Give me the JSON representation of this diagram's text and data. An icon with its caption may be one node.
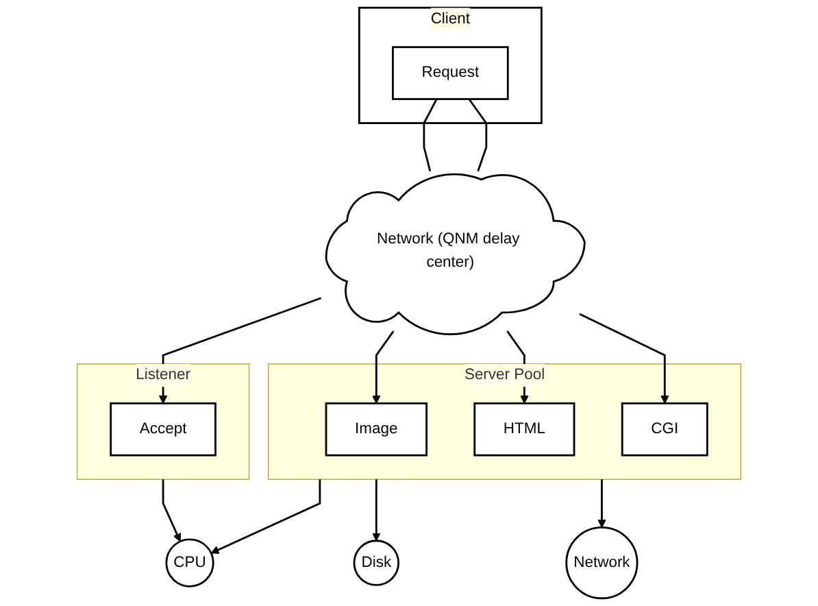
{
  "diagram": {
    "nodes": [
      {
        "text": [
          "Client"
        ]
      },
      {
        "text": [
          "Request"
        ],
        "in": 0
      },
      {
        "text": [
          "Network (QNM delay center)"
        ]
      },
      {
        "text": [
          "Listener"
        ]
      },
      {
        "text": [
          "Accept"
        ],
        "in": 3
      },
      {
        "text": [
          "Server Pool"
        ]
      },
      {
        "text": [
          "Image"
        ],
        "in": 5
      },
      {
        "text": [
          "HTML"
        ],
        "in": 5
      },
      {
        "text": [
          "CGI"
        ],
        "in": 5
      },
      {
        "text": [
          "CPU"
        ]
      },
      {
        "text": [
          "Disk"
        ]
      },
      {
        "text": [
          "Network"
        ]
      }
    ],
    "edges": [
      {
        "from": 1,
        "to": 2,
        "arrow": "none"
      },
      {
        "from": 1,
        "to": 2,
        "arrow": "none"
      },
      {
        "from": 2,
        "to": 4,
        "arrow": "to"
      },
      {
        "from": 2,
        "to": 6,
        "arrow": "to"
      },
      {
        "from": 2,
        "to": 7,
        "arrow": "to"
      },
      {
        "from": 2,
        "to": 8,
        "arrow": "to"
      },
      {
        "from": 3,
        "to": 9,
        "arrow": "to"
      },
      {
        "from": 5,
        "to": 9,
        "arrow": "to"
      },
      {
        "from": 5,
        "to": 10,
        "arrow": "to"
      },
      {
        "from": 5,
        "to": 11,
        "arrow": "to"
      }
    ]
  }
}
